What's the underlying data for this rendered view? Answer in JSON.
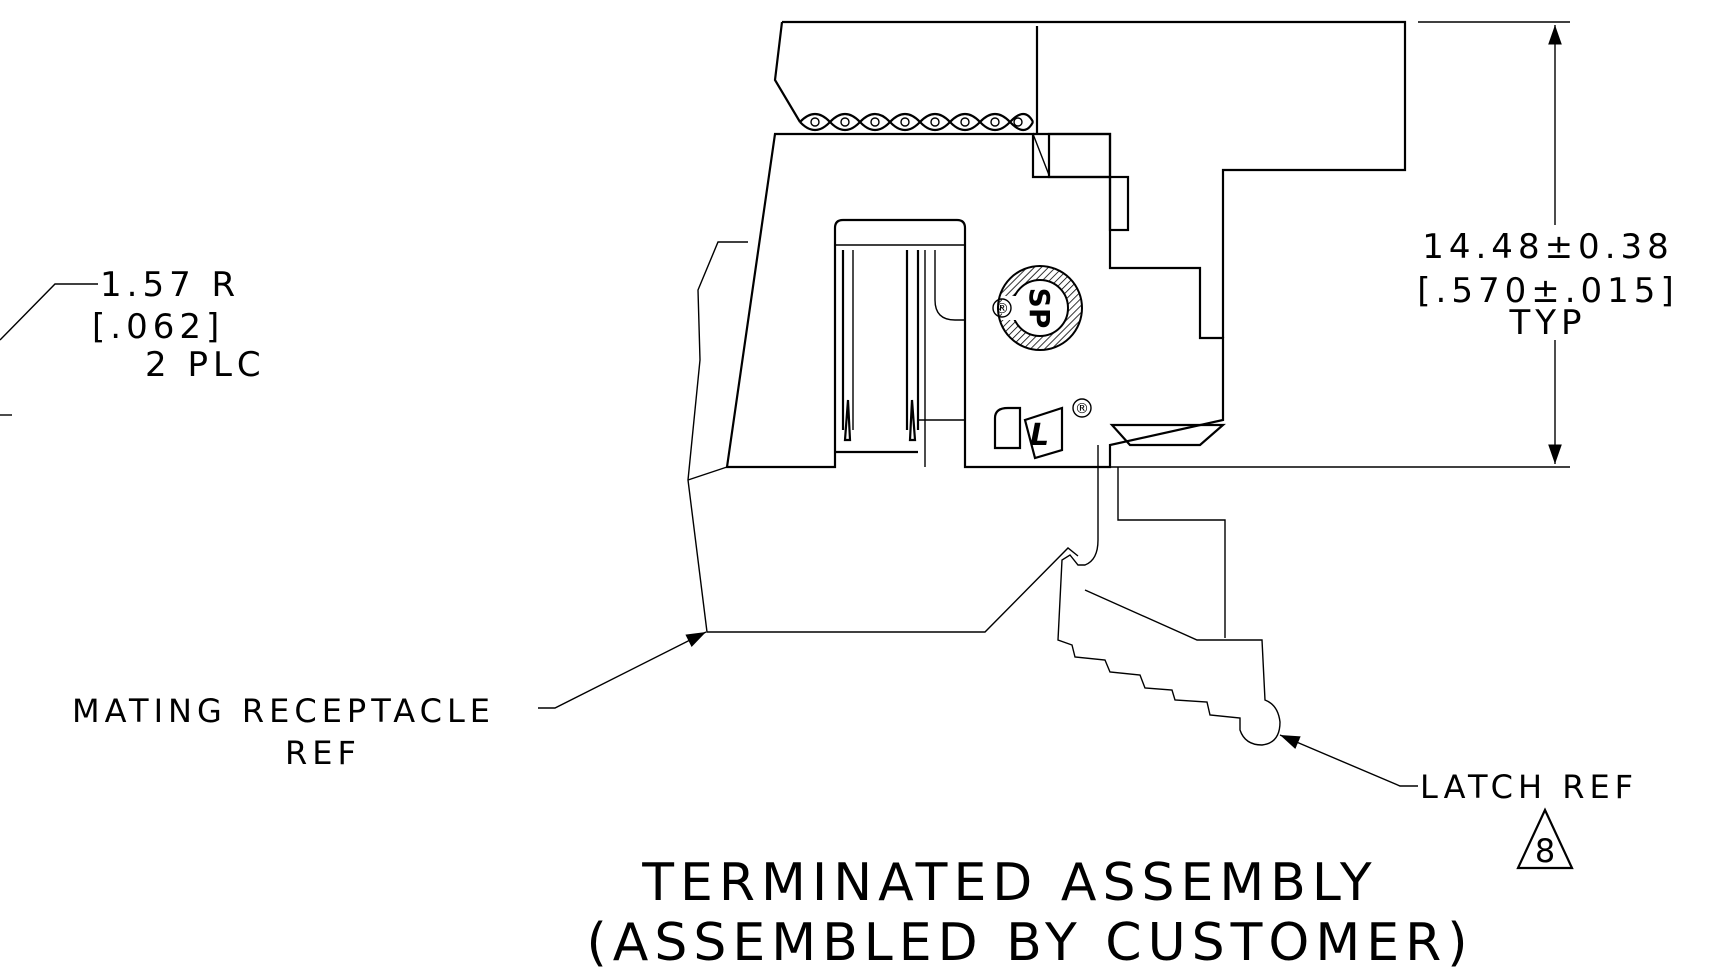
{
  "dimension_height": {
    "metric": "14.48±0.38",
    "imperial": "[.570±.015]",
    "qualifier": "TYP"
  },
  "dimension_radius": {
    "metric": "1.57  R",
    "imperial": "[.062]",
    "qualifier": "2 PLC"
  },
  "callout_receptacle": {
    "line1": "MATING  RECEPTACLE",
    "line2": "REF"
  },
  "callout_latch": {
    "label": "LATCH  REF",
    "note_flag": "8"
  },
  "title": {
    "line1": "TERMINATED  ASSEMBLY",
    "line2": "(ASSEMBLED  BY  CUSTOMER)"
  },
  "registered_mark": "®"
}
